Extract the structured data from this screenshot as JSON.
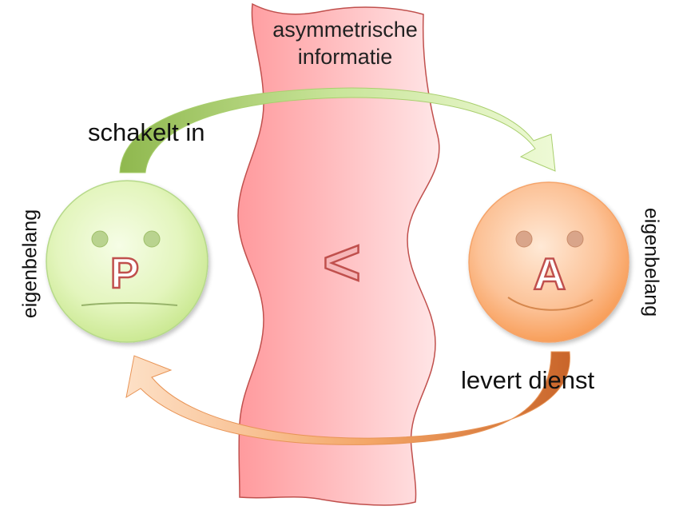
{
  "band": {
    "title_line1": "asymmetrische",
    "title_line2": "informatie",
    "symbol": "<"
  },
  "principal": {
    "letter": "P",
    "interest_label": "eigenbelang"
  },
  "agent": {
    "letter": "A",
    "interest_label": "eigenbelang"
  },
  "arrows": {
    "top_label": "schakelt in",
    "bottom_label": "levert dienst"
  },
  "colors": {
    "band_left": "#ff9da0",
    "band_right": "#ffe3e4",
    "band_stroke": "#c0504d",
    "principal_fill": "#d9f0a8",
    "principal_stroke": "#b3d96b",
    "agent_fill": "#fbb07a",
    "agent_stroke": "#f79646",
    "arrow_green": "#9bbb59",
    "arrow_orange": "#e8883a",
    "letter_red": "#c0504d"
  }
}
